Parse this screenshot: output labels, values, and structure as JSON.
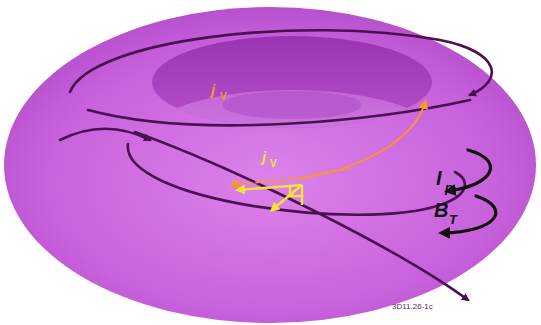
{
  "diagram": {
    "labels": [
      "j",
      "V",
      "j",
      "V",
      "I",
      "p",
      "B",
      "T",
      "3D11.26-1c"
    ]
  }
}
